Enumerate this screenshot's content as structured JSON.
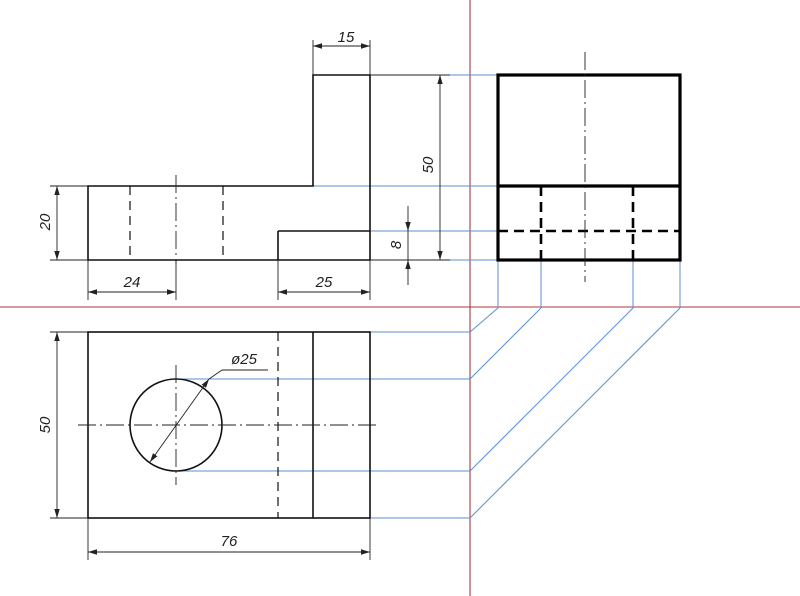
{
  "colors": {
    "axis": "#a8383e",
    "projection": "#5b8fd0",
    "lines": "#111111",
    "background": "#ffffff"
  },
  "dimensions": {
    "top_width": "15",
    "total_height": "50",
    "base_height": "20",
    "step_height": "8",
    "hole_offset": "24",
    "step_width": "25",
    "hole_diameter": "ø25",
    "depth": "50",
    "total_length": "76"
  }
}
